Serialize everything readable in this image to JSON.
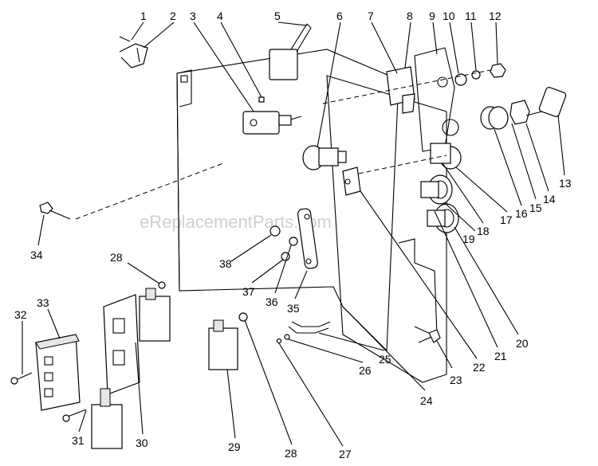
{
  "watermark": "eReplacementParts.com",
  "callouts": {
    "c1": "1",
    "c2": "2",
    "c3": "3",
    "c4": "4",
    "c5": "5",
    "c6": "6",
    "c7": "7",
    "c8": "8",
    "c9": "9",
    "c10": "10",
    "c11": "11",
    "c12": "12",
    "c13": "13",
    "c14": "14",
    "c15": "15",
    "c16": "16",
    "c17": "17",
    "c18": "18",
    "c19": "19",
    "c20": "20",
    "c21": "21",
    "c22": "22",
    "c23": "23",
    "c24": "24",
    "c25": "25",
    "c26": "26",
    "c27": "27",
    "c28a": "28",
    "c28b": "28",
    "c29": "29",
    "c30": "30",
    "c31": "31",
    "c32": "32",
    "c33": "33",
    "c34": "34",
    "c35": "35",
    "c36": "36",
    "c37": "37",
    "c38": "38"
  }
}
